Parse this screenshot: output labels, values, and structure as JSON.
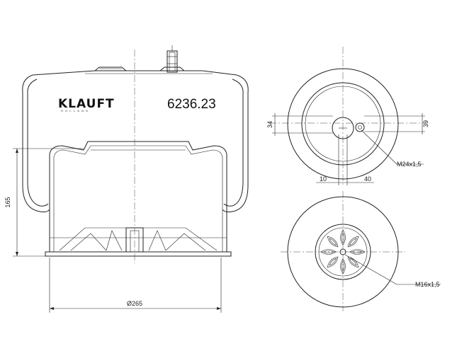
{
  "brand": {
    "name": "KLAUFT",
    "subtitle": "HOLLAND"
  },
  "part_number": "6236.23",
  "dimensions": {
    "height": "165",
    "diameter": "Ø265",
    "top_offset_left": "34",
    "top_offset_right": "39",
    "bottom_left": "10",
    "bottom_right": "40"
  },
  "callouts": {
    "top_thread": "M24x1,5",
    "bottom_thread": "M16x1,5"
  }
}
